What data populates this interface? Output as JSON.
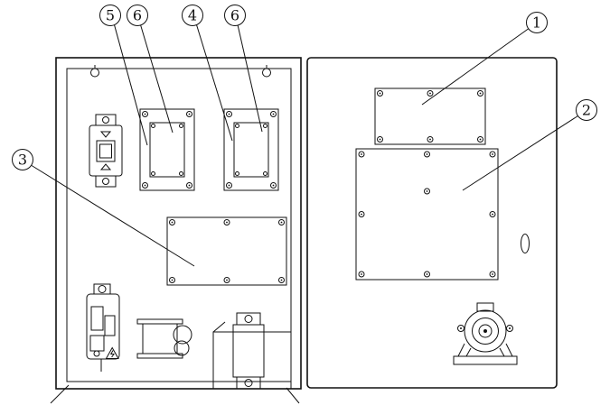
{
  "colors": {
    "line": "#111111",
    "background": "#ffffff"
  },
  "figure": {
    "type": "technical-diagram",
    "callouts": [
      {
        "label": "5"
      },
      {
        "label": "6"
      },
      {
        "label": "4"
      },
      {
        "label": "6"
      },
      {
        "label": "1"
      },
      {
        "label": "2"
      },
      {
        "label": "3"
      }
    ]
  }
}
